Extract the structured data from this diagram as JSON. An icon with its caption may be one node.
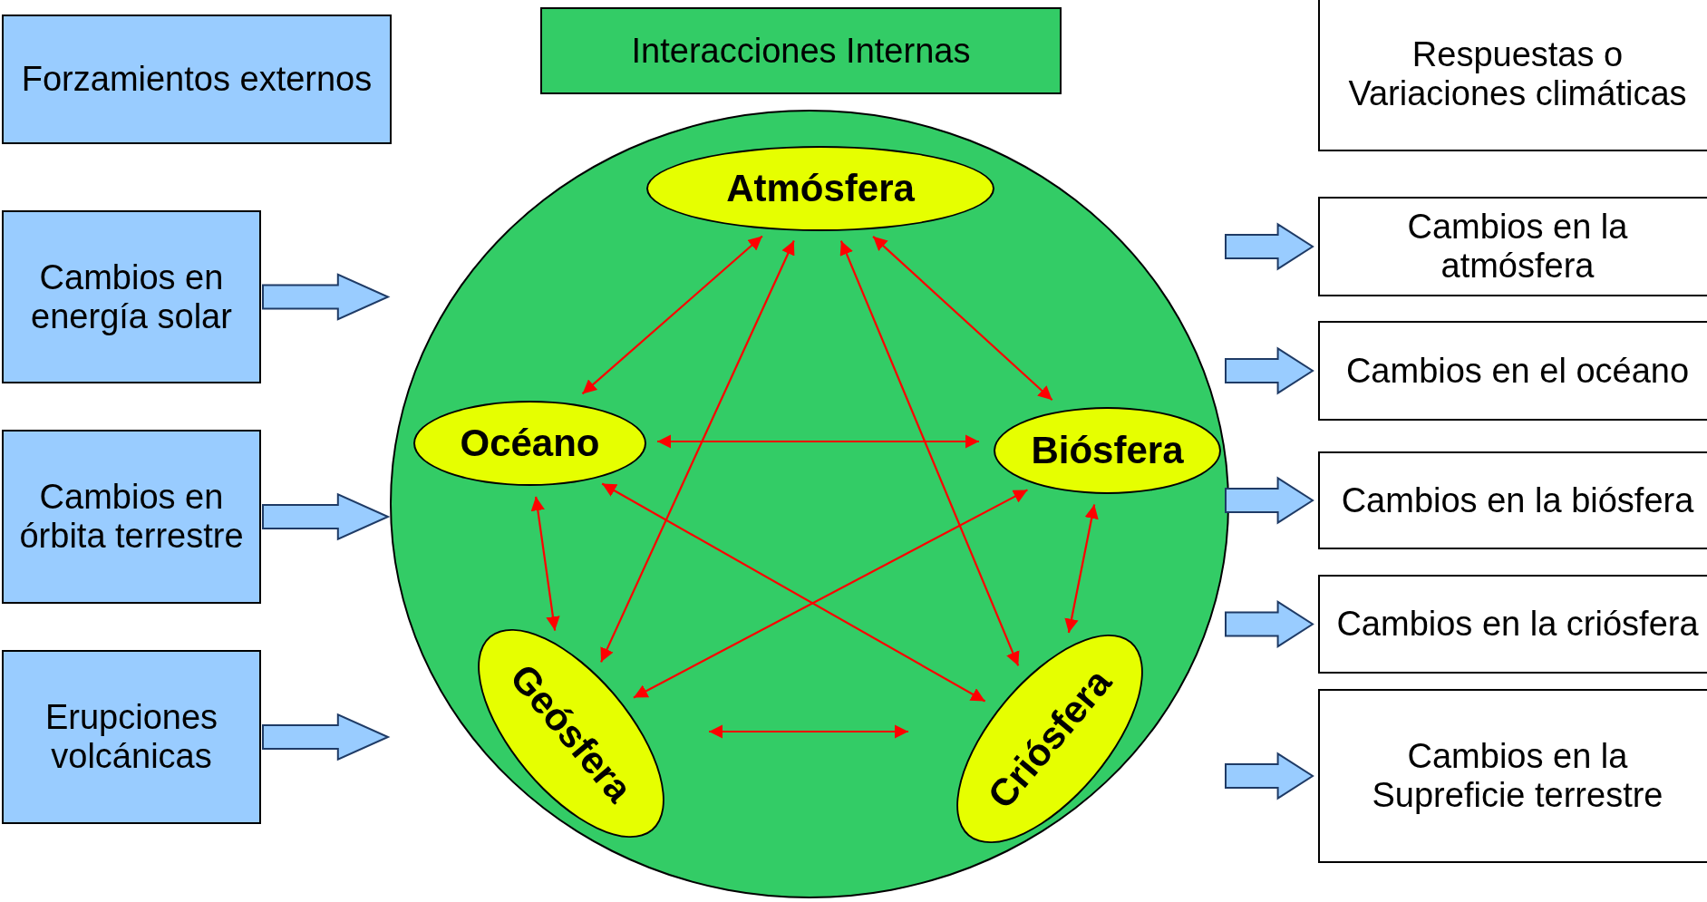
{
  "diagram": {
    "nodes": [
      {
        "text": [
          "Forzamientos externos"
        ]
      },
      {
        "text": [
          "Interacciones Internas"
        ]
      },
      {
        "text": [
          "Respuestas o Variaciones climáticas"
        ]
      },
      {
        "text": [
          "Cambios en energía solar"
        ]
      },
      {
        "text": [
          "Cambios en órbita terrestre"
        ]
      },
      {
        "text": [
          "Erupciones volcánicas"
        ]
      },
      {
        "text": [],
        "shape": "circle"
      },
      {
        "text": [
          "Atmósfera"
        ],
        "in": 6
      },
      {
        "text": [
          "Océano"
        ],
        "in": 6
      },
      {
        "text": [
          "Biósfera"
        ],
        "in": 6
      },
      {
        "text": [
          "Geósfera"
        ],
        "in": 6
      },
      {
        "text": [
          "Criósfera"
        ],
        "in": 6
      },
      {
        "text": [
          "Cambios en la atmósfera"
        ]
      },
      {
        "text": [
          "Cambios en el océano"
        ]
      },
      {
        "text": [
          "Cambios en la biósfera"
        ]
      },
      {
        "text": [
          "Cambios en la criósfera"
        ]
      },
      {
        "text": [
          "Cambios en la Supreficie terrestre"
        ]
      }
    ],
    "edges": [
      {
        "from": 3,
        "to": 6,
        "arrow": "to",
        "style": "thick",
        "color": "#99ccff"
      },
      {
        "from": 4,
        "to": 6,
        "arrow": "to",
        "style": "thick",
        "color": "#99ccff"
      },
      {
        "from": 5,
        "to": 6,
        "arrow": "to",
        "style": "thick",
        "color": "#99ccff"
      },
      {
        "from": 7,
        "to": 8,
        "arrow": "both"
      },
      {
        "from": 7,
        "to": 9,
        "arrow": "both"
      },
      {
        "from": 7,
        "to": 10,
        "arrow": "both"
      },
      {
        "from": 7,
        "to": 11,
        "arrow": "both"
      },
      {
        "from": 8,
        "to": 9,
        "arrow": "both"
      },
      {
        "from": 8,
        "to": 10,
        "arrow": "both"
      },
      {
        "from": 8,
        "to": 11,
        "arrow": "both"
      },
      {
        "from": 9,
        "to": 10,
        "arrow": "both"
      },
      {
        "from": 9,
        "to": 11,
        "arrow": "both"
      },
      {
        "from": 10,
        "to": 11,
        "arrow": "both"
      },
      {
        "from": null,
        "to": 12,
        "arrow": "to",
        "style": "thick",
        "color": "#99ccff"
      },
      {
        "from": null,
        "to": 13,
        "arrow": "to",
        "style": "thick",
        "color": "#99ccff"
      },
      {
        "from": null,
        "to": 14,
        "arrow": "to",
        "style": "thick",
        "color": "#99ccff"
      },
      {
        "from": null,
        "to": 15,
        "arrow": "to",
        "style": "thick",
        "color": "#99ccff"
      },
      {
        "from": null,
        "to": 16,
        "arrow": "to",
        "style": "thick",
        "color": "#99ccff"
      }
    ]
  }
}
